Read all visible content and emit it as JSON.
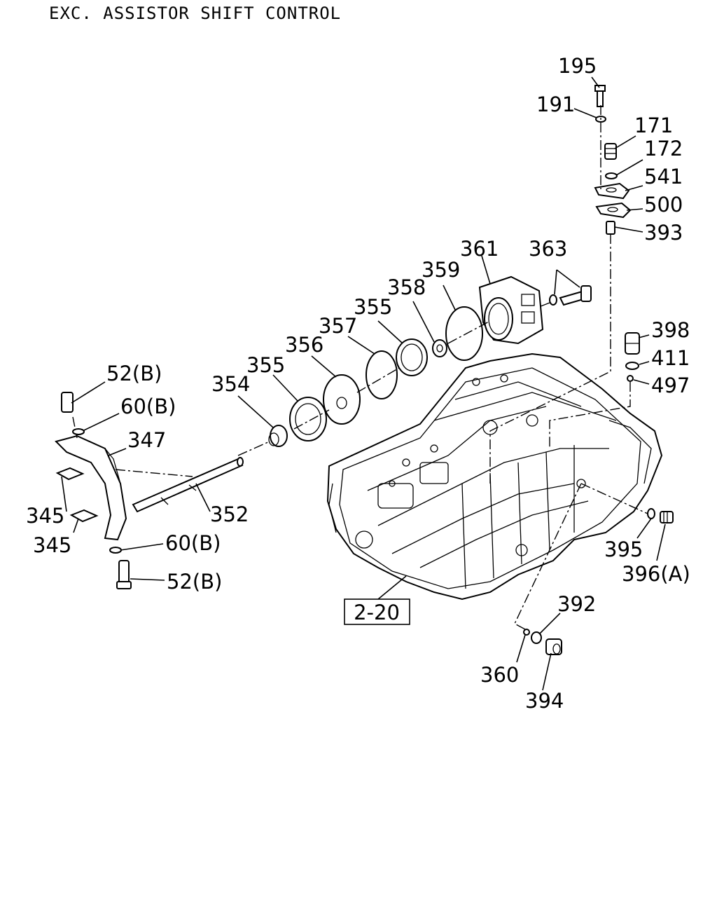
{
  "title": "EXC. ASSISTOR SHIFT CONTROL",
  "reference_box": "2-20",
  "parts": {
    "p195": "195",
    "p191": "191",
    "p171": "171",
    "p172": "172",
    "p541": "541",
    "p500": "500",
    "p393": "393",
    "p361": "361",
    "p363": "363",
    "p359": "359",
    "p358": "358",
    "p355a": "355",
    "p357": "357",
    "p356": "356",
    "p355b": "355",
    "p354": "354",
    "p398": "398",
    "p411": "411",
    "p497": "497",
    "p52b_top": "52(B)",
    "p60b_top": "60(B)",
    "p347": "347",
    "p345a": "345",
    "p345b": "345",
    "p352": "352",
    "p60b_bot": "60(B)",
    "p52b_bot": "52(B)",
    "p395": "395",
    "p396a": "396(A)",
    "p392": "392",
    "p360": "360",
    "p394": "394"
  }
}
